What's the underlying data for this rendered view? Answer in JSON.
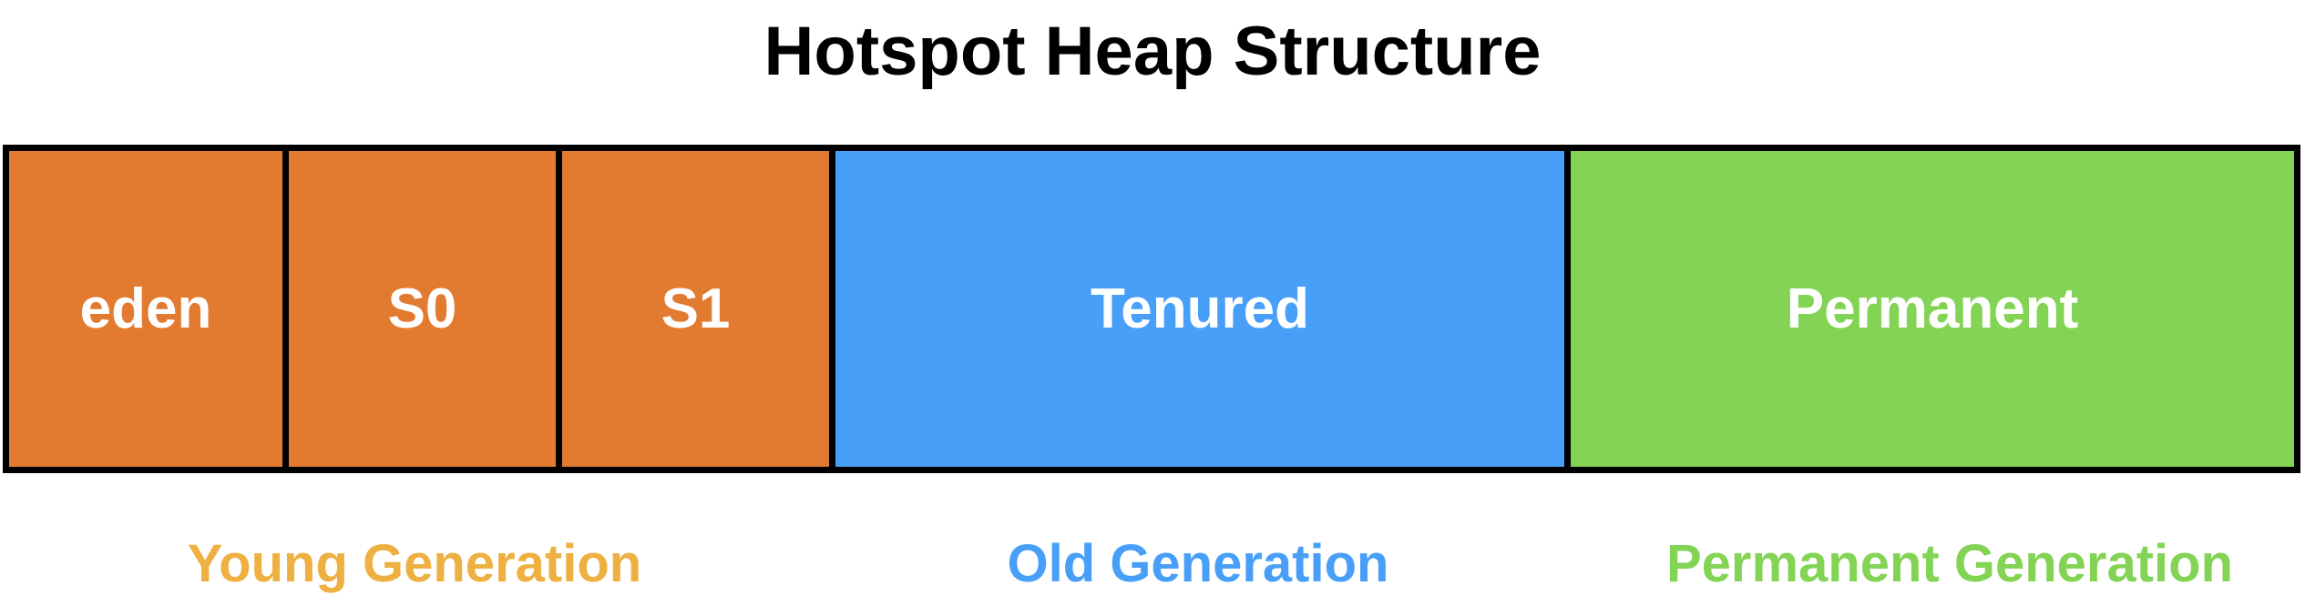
{
  "title": "Hotspot Heap Structure",
  "colors": {
    "young": "#E27A30",
    "old": "#479FF8",
    "permanent": "#83D455",
    "young_label": "#EDB041",
    "old_label": "#479FF8",
    "permanent_label": "#83D455",
    "border": "#000000",
    "region_text": "#FFFFFF"
  },
  "regions": [
    {
      "label": "eden",
      "generation": "young"
    },
    {
      "label": "S0",
      "generation": "young"
    },
    {
      "label": "S1",
      "generation": "young"
    },
    {
      "label": "Tenured",
      "generation": "old"
    },
    {
      "label": "Permanent",
      "generation": "permanent"
    }
  ],
  "generations": [
    {
      "label": "Young Generation",
      "key": "young"
    },
    {
      "label": "Old Generation",
      "key": "old"
    },
    {
      "label": "Permanent Generation",
      "key": "permanent"
    }
  ]
}
